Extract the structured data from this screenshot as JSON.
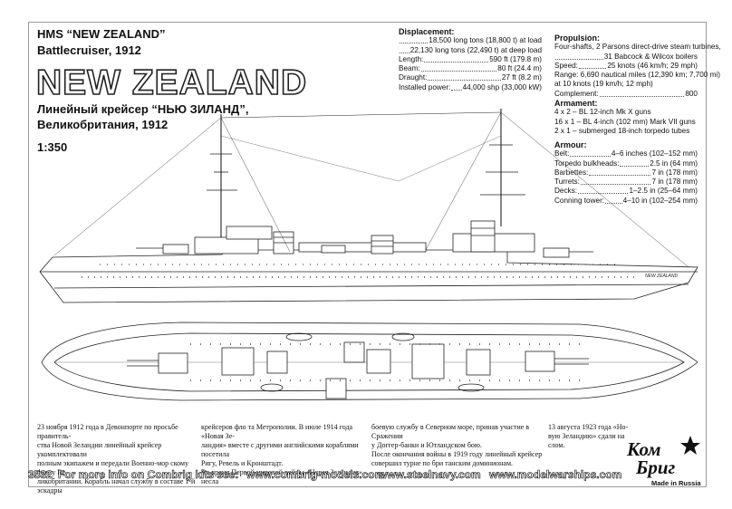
{
  "header": {
    "ship_name": "HMS “NEW ZEALAND”",
    "ship_type": "Battlecruiser, 1912",
    "big_title": "NEW ZEALAND",
    "ru_line1": "Линейный крейсер “НЬЮ ЗИЛАНД”,",
    "ru_line2": "Великобритания, 1912",
    "scale": "1:350"
  },
  "displacement": {
    "heading": "Displacement:",
    "rows": [
      {
        "label": "",
        "value": "18,500 long tons (18,800 t) at load"
      },
      {
        "label": "",
        "value": "22,130 long tons (22,490 t) at deep load"
      },
      {
        "label": "Length:",
        "value": "590 ft (179.8 m)"
      },
      {
        "label": "Beam:",
        "value": "80 ft (24.4 m)"
      },
      {
        "label": "Draught:",
        "value": "27 ft (8.2 m)"
      },
      {
        "label": "Installed power:",
        "value": "44,000 shp (33,000 kW)"
      }
    ]
  },
  "propulsion": {
    "heading": "Propulsion:",
    "line1": "Four-shafts, 2 Parsons direct-drive steam turbines,",
    "rows": [
      {
        "label": "",
        "value": "31 Babcock & Wilcox boilers"
      },
      {
        "label": "Speed:",
        "value": "25 knots (46 km/h; 29 mph)"
      }
    ],
    "range1": "Range: 6,690 nautical miles (12,390 km; 7,700 mi)",
    "range2": "at 10 knots (19 km/h; 12 mph)",
    "complement_label": "Complement:",
    "complement_value": "800"
  },
  "armament": {
    "heading": "Armament:",
    "lines": [
      "4 x 2 –  BL 12-inch Mk X guns",
      "16 x 1 –  BL 4-inch (102 mm) Mark VII guns",
      "2 x 1 – submerged 18-inch torpedo tubes"
    ]
  },
  "armour": {
    "heading": "Armour:",
    "rows": [
      {
        "label": "Belt:",
        "value": "4–6 inches (102–152 mm)"
      },
      {
        "label": "Torpedo bulkheads:",
        "value": "2.5 in (64 mm)"
      },
      {
        "label": "Barbettes:",
        "value": "7 in (178 mm)"
      },
      {
        "label": "Turrets:",
        "value": "7 in (178 mm)"
      },
      {
        "label": "Decks:",
        "value": "1–2.5 in (25–64 mm)"
      },
      {
        "label": "Conning tower:",
        "value": "4–10 in (102–254 mm)"
      }
    ]
  },
  "text": {
    "col1": [
      "23 ноября 1912 года в Девонпорте по просьбе правитель-",
      "ства Новой Зеландии линейный крейсер укомплектовали",
      "полным экипажем и передали Военно-мор скому флоту Ве-",
      "ликобритании. Корабль начал службу в составе 1-й эскадры"
    ],
    "col2": [
      "крейсеров фло та Метрополии. В июле 1914 года «Новая Зе-",
      "ландия» вместе с другими английскими кораблями посетила",
      "Ригу, Ревель и Кронштадт.",
      "Во время Первой мировой войны «Новая Зеландия» несла"
    ],
    "col3": [
      "боевую службу в Северном море, принав участие в Сражении",
      "у Доггер-банки и Ютландском бою.",
      "После окончания войны в 1919 году линейный крейсер",
      "совершил турне по бри танским доминионам."
    ],
    "col4": [
      "13 августа 1923 года «Но-",
      "вую Зеландию» сдали на слом."
    ]
  },
  "footer": {
    "kit_no": "3532",
    "more_info": "For more info on Combrig kits see:",
    "site1": "www.combrig-models.com",
    "site2": "www.steelnavy.com",
    "site3": "www.modelwarships.com"
  },
  "logo": {
    "word1": "Ком",
    "word2": "Бриг",
    "made_in": "Made in Russia"
  },
  "hull_name": "NEW ZEALAND"
}
